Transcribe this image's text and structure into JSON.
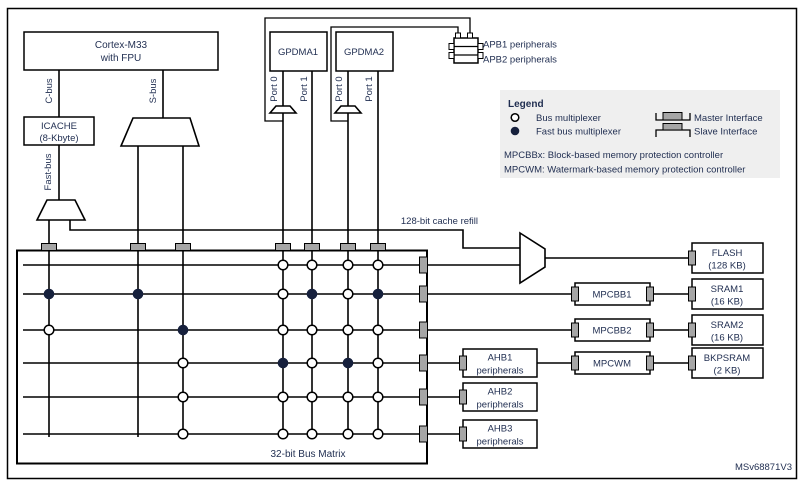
{
  "colors": {
    "text": "#1f2d50",
    "line": "#000000",
    "connector_gray": "#a6a6a6",
    "legend_background": "#efefef",
    "fast_dot": "#16203c"
  },
  "cpu": {
    "line1": "Cortex-M33",
    "line2": "with FPU",
    "c_bus": "C-bus",
    "s_bus": "S-bus",
    "fast_bus": "Fast-bus"
  },
  "icache": {
    "line1": "ICACHE",
    "line2": "(8-Kbyte)"
  },
  "gpdma1": {
    "label": "GPDMA1",
    "port0": "Port 0",
    "port1": "Port 1"
  },
  "gpdma2": {
    "label": "GPDMA2",
    "port0": "Port 0",
    "port1": "Port 1"
  },
  "apb": {
    "line1": "APB1 peripherals",
    "line2": "APB2 peripherals"
  },
  "cache_refill_label": "128-bit cache refill",
  "bus_matrix": {
    "label": "32-bit Bus Matrix",
    "grid": {
      "col_x": [
        49,
        138,
        183,
        283,
        312,
        348,
        378
      ],
      "row_y": [
        265,
        294,
        330,
        363,
        397,
        434
      ],
      "columns": [
        "Fast-bus mux",
        "S-bus out 1",
        "S-bus out 2",
        "GPDMA1 Port 0",
        "GPDMA1 Port 1",
        "GPDMA2 Port 0",
        "GPDMA2 Port 1"
      ],
      "rows": [
        "FLASH",
        "SRAM1",
        "SRAM2",
        "AHB1/MPCWM/BKPSRAM",
        "AHB2",
        "AHB3"
      ],
      "dots": [
        {
          "c": 3,
          "r": 0,
          "t": "open"
        },
        {
          "c": 4,
          "r": 0,
          "t": "open"
        },
        {
          "c": 5,
          "r": 0,
          "t": "open"
        },
        {
          "c": 6,
          "r": 0,
          "t": "open"
        },
        {
          "c": 0,
          "r": 1,
          "t": "fast"
        },
        {
          "c": 1,
          "r": 1,
          "t": "fast"
        },
        {
          "c": 3,
          "r": 1,
          "t": "open"
        },
        {
          "c": 4,
          "r": 1,
          "t": "fast"
        },
        {
          "c": 5,
          "r": 1,
          "t": "open"
        },
        {
          "c": 6,
          "r": 1,
          "t": "fast"
        },
        {
          "c": 0,
          "r": 2,
          "t": "open"
        },
        {
          "c": 2,
          "r": 2,
          "t": "fast"
        },
        {
          "c": 3,
          "r": 2,
          "t": "open"
        },
        {
          "c": 4,
          "r": 2,
          "t": "open"
        },
        {
          "c": 5,
          "r": 2,
          "t": "open"
        },
        {
          "c": 6,
          "r": 2,
          "t": "open"
        },
        {
          "c": 2,
          "r": 3,
          "t": "open"
        },
        {
          "c": 3,
          "r": 3,
          "t": "fast"
        },
        {
          "c": 4,
          "r": 3,
          "t": "open"
        },
        {
          "c": 5,
          "r": 3,
          "t": "fast"
        },
        {
          "c": 6,
          "r": 3,
          "t": "open"
        },
        {
          "c": 2,
          "r": 4,
          "t": "open"
        },
        {
          "c": 3,
          "r": 4,
          "t": "open"
        },
        {
          "c": 4,
          "r": 4,
          "t": "open"
        },
        {
          "c": 5,
          "r": 4,
          "t": "open"
        },
        {
          "c": 6,
          "r": 4,
          "t": "open"
        },
        {
          "c": 2,
          "r": 5,
          "t": "open"
        },
        {
          "c": 3,
          "r": 5,
          "t": "open"
        },
        {
          "c": 4,
          "r": 5,
          "t": "open"
        },
        {
          "c": 5,
          "r": 5,
          "t": "open"
        },
        {
          "c": 6,
          "r": 5,
          "t": "open"
        }
      ]
    }
  },
  "legend": {
    "title": "Legend",
    "bus_mux": "Bus multiplexer",
    "fast_bus_mux": "Fast bus multiplexer",
    "master": "Master Interface",
    "slave": "Slave Interface",
    "note1": "MPCBBx: Block-based memory protection controller",
    "note2": "MPCWM: Watermark-based memory protection controller"
  },
  "slaves": {
    "flash": {
      "line1": "FLASH",
      "line2": "(128 KB)"
    },
    "sram1": {
      "line1": "SRAM1",
      "line2": "(16 KB)"
    },
    "sram2": {
      "line1": "SRAM2",
      "line2": "(16 KB)"
    },
    "bkpsram": {
      "line1": "BKPSRAM",
      "line2": "(2 KB)"
    },
    "mpcbb1": "MPCBB1",
    "mpcbb2": "MPCBB2",
    "mpcwm": "MPCWM",
    "ahb1": {
      "line1": "AHB1",
      "line2": "peripherals"
    },
    "ahb2": {
      "line1": "AHB2",
      "line2": "peripherals"
    },
    "ahb3": {
      "line1": "AHB3",
      "line2": "peripherals"
    }
  },
  "watermark": "MSv68871V3"
}
